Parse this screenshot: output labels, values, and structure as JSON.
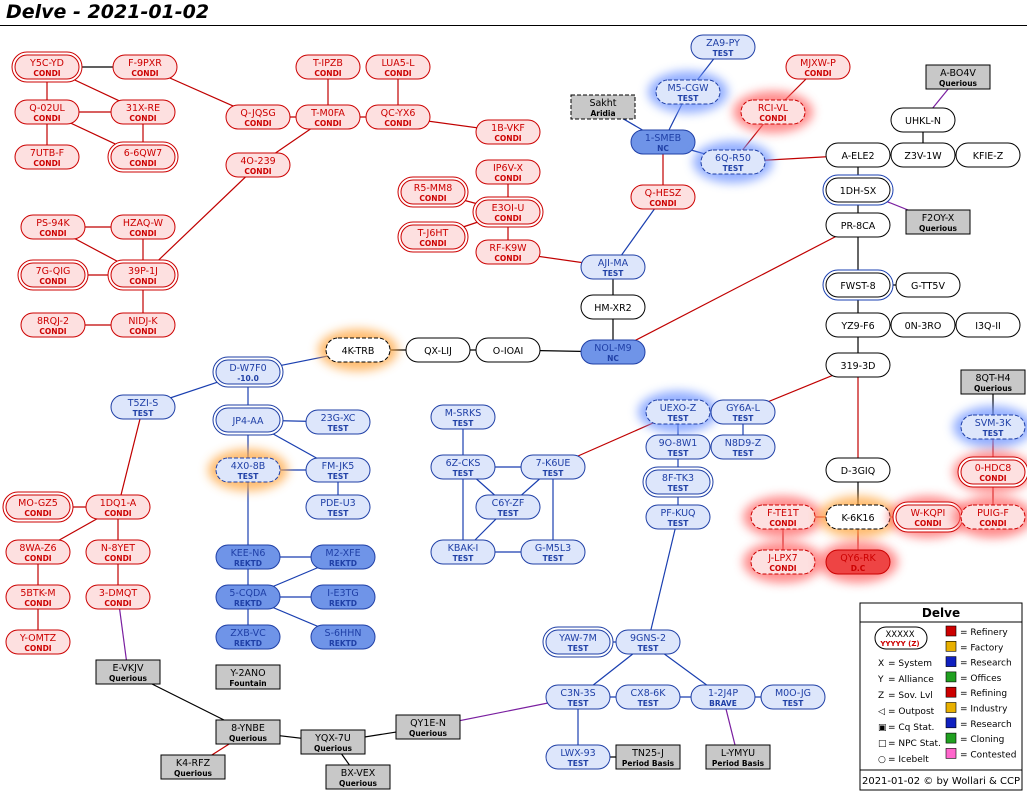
{
  "title": "Delve - 2021-01-02",
  "colors": {
    "condi": "#cc0000",
    "test": "#1f3fa6",
    "npc": "#000000",
    "line_condi": "#c00000",
    "line_test": "#1a3fb0",
    "line_neutral": "#000000"
  },
  "systems": [
    {
      "id": "Y5C",
      "name": "Y5C-YD",
      "sub": "CONDI",
      "t": "condi",
      "st": "double"
    },
    {
      "id": "F9P",
      "name": "F-9PXR",
      "sub": "CONDI",
      "t": "condi"
    },
    {
      "id": "Q02",
      "name": "Q-02UL",
      "sub": "CONDI",
      "t": "condi"
    },
    {
      "id": "31X",
      "name": "31X-RE",
      "sub": "CONDI",
      "t": "condi"
    },
    {
      "id": "7UT",
      "name": "7UTB-F",
      "sub": "CONDI",
      "t": "condi"
    },
    {
      "id": "66Q",
      "name": "6-6QW7",
      "sub": "CONDI",
      "t": "condi",
      "st": "double"
    },
    {
      "id": "TIP",
      "name": "T-IPZB",
      "sub": "CONDI",
      "t": "condi"
    },
    {
      "id": "LUA",
      "name": "LUA5-L",
      "sub": "CONDI",
      "t": "condi"
    },
    {
      "id": "QJQ",
      "name": "Q-JQSG",
      "sub": "CONDI",
      "t": "condi"
    },
    {
      "id": "TM0",
      "name": "T-M0FA",
      "sub": "CONDI",
      "t": "condi"
    },
    {
      "id": "QCY",
      "name": "QC-YX6",
      "sub": "CONDI",
      "t": "condi"
    },
    {
      "id": "4O2",
      "name": "4O-239",
      "sub": "CONDI",
      "t": "condi"
    },
    {
      "id": "1BV",
      "name": "1B-VKF",
      "sub": "CONDI",
      "t": "condi"
    },
    {
      "id": "IP6",
      "name": "IP6V-X",
      "sub": "CONDI",
      "t": "condi"
    },
    {
      "id": "R5M",
      "name": "R5-MM8",
      "sub": "CONDI",
      "t": "condi",
      "st": "double"
    },
    {
      "id": "E3O",
      "name": "E3OI-U",
      "sub": "CONDI",
      "t": "condi",
      "st": "double"
    },
    {
      "id": "TJ6",
      "name": "T-J6HT",
      "sub": "CONDI",
      "t": "condi",
      "st": "double"
    },
    {
      "id": "RFK",
      "name": "RF-K9W",
      "sub": "CONDI",
      "t": "condi"
    },
    {
      "id": "PS9",
      "name": "PS-94K",
      "sub": "CONDI",
      "t": "condi"
    },
    {
      "id": "HZA",
      "name": "HZAQ-W",
      "sub": "CONDI",
      "t": "condi"
    },
    {
      "id": "7GQ",
      "name": "7G-QIG",
      "sub": "CONDI",
      "t": "condi",
      "st": "double"
    },
    {
      "id": "39P",
      "name": "39P-1J",
      "sub": "CONDI",
      "t": "condi",
      "st": "double"
    },
    {
      "id": "8RQ",
      "name": "8RQJ-2",
      "sub": "CONDI",
      "t": "condi"
    },
    {
      "id": "NID",
      "name": "NIDJ-K",
      "sub": "CONDI",
      "t": "condi"
    },
    {
      "id": "ZA9",
      "name": "ZA9-PY",
      "sub": "TEST",
      "t": "test"
    },
    {
      "id": "MJX",
      "name": "MJXW-P",
      "sub": "CONDI",
      "t": "condi"
    },
    {
      "id": "M5C",
      "name": "M5-CGW",
      "sub": "TEST",
      "t": "test",
      "st": "dashed",
      "glow": "blue"
    },
    {
      "id": "RCI",
      "name": "RCI-VL",
      "sub": "CONDI",
      "t": "condi",
      "st": "dashed",
      "glow": "red"
    },
    {
      "id": "SAK",
      "name": "Sakht",
      "sub": "Aridia",
      "t": "npc",
      "st": "dashed",
      "box": "grey",
      "fill": "#c8c8c8"
    },
    {
      "id": "1SM",
      "name": "1-SMEB",
      "sub": "NC",
      "t": "test",
      "fill": "#6f94e8"
    },
    {
      "id": "6QR",
      "name": "6Q-R50",
      "sub": "TEST",
      "t": "test",
      "st": "dashed",
      "glow": "blue"
    },
    {
      "id": "QHE",
      "name": "Q-HESZ",
      "sub": "CONDI",
      "t": "condi"
    },
    {
      "id": "AJI",
      "name": "AJI-MA",
      "sub": "TEST",
      "t": "test"
    },
    {
      "id": "HMX",
      "name": "HM-XR2",
      "sub": "",
      "t": "npc"
    },
    {
      "id": "NOL",
      "name": "NOL-M9",
      "sub": "NC",
      "t": "test",
      "fill": "#6f94e8"
    },
    {
      "id": "OIO",
      "name": "O-IOAI",
      "sub": "",
      "t": "npc"
    },
    {
      "id": "QXL",
      "name": "QX-LIJ",
      "sub": "",
      "t": "npc"
    },
    {
      "id": "4KT",
      "name": "4K-TRB",
      "sub": "",
      "t": "npc",
      "st": "dashed",
      "glow": "orange"
    },
    {
      "id": "DW7",
      "name": "D-W7F0",
      "sub": "-10.0",
      "t": "test",
      "st": "double"
    },
    {
      "id": "T5Z",
      "name": "T5ZI-S",
      "sub": "TEST",
      "t": "test"
    },
    {
      "id": "JP4",
      "name": "JP4-AA",
      "sub": "",
      "t": "test",
      "st": "double"
    },
    {
      "id": "23G",
      "name": "23G-XC",
      "sub": "TEST",
      "t": "test"
    },
    {
      "id": "4X0",
      "name": "4X0-8B",
      "sub": "TEST",
      "t": "test",
      "st": "dashed",
      "glow": "orange"
    },
    {
      "id": "FMJ",
      "name": "FM-JK5",
      "sub": "TEST",
      "t": "test"
    },
    {
      "id": "PDE",
      "name": "PDE-U3",
      "sub": "TEST",
      "t": "test"
    },
    {
      "id": "MSR",
      "name": "M-SRKS",
      "sub": "TEST",
      "t": "test"
    },
    {
      "id": "6ZC",
      "name": "6Z-CKS",
      "sub": "TEST",
      "t": "test"
    },
    {
      "id": "7K6",
      "name": "7-K6UE",
      "sub": "TEST",
      "t": "test"
    },
    {
      "id": "C6Y",
      "name": "C6Y-ZF",
      "sub": "TEST",
      "t": "test"
    },
    {
      "id": "KBA",
      "name": "KBAK-I",
      "sub": "TEST",
      "t": "test"
    },
    {
      "id": "GM5",
      "name": "G-M5L3",
      "sub": "TEST",
      "t": "test"
    },
    {
      "id": "UEX",
      "name": "UEXO-Z",
      "sub": "TEST",
      "t": "test",
      "st": "dashed",
      "glow": "blue"
    },
    {
      "id": "GY6",
      "name": "GY6A-L",
      "sub": "TEST",
      "t": "test"
    },
    {
      "id": "9O8",
      "name": "9O-8W1",
      "sub": "TEST",
      "t": "test"
    },
    {
      "id": "N8D",
      "name": "N8D9-Z",
      "sub": "TEST",
      "t": "test"
    },
    {
      "id": "8FT",
      "name": "8F-TK3",
      "sub": "TEST",
      "t": "test",
      "st": "double"
    },
    {
      "id": "PFK",
      "name": "PF-KUQ",
      "sub": "TEST",
      "t": "test"
    },
    {
      "id": "KEE",
      "name": "KEE-N6",
      "sub": "REKTD",
      "t": "test",
      "fill": "#6f94e8"
    },
    {
      "id": "M2X",
      "name": "M2-XFE",
      "sub": "REKTD",
      "t": "test",
      "fill": "#6f94e8"
    },
    {
      "id": "5CQ",
      "name": "5-CQDA",
      "sub": "REKTD",
      "t": "test",
      "fill": "#6f94e8"
    },
    {
      "id": "IE3",
      "name": "I-E3TG",
      "sub": "REKTD",
      "t": "test",
      "fill": "#6f94e8"
    },
    {
      "id": "ZXB",
      "name": "ZXB-VC",
      "sub": "REKTD",
      "t": "test",
      "fill": "#6f94e8"
    },
    {
      "id": "S6H",
      "name": "S-6HHN",
      "sub": "REKTD",
      "t": "test",
      "fill": "#6f94e8"
    },
    {
      "id": "MOG",
      "name": "MO-GZ5",
      "sub": "CONDI",
      "t": "condi",
      "st": "double"
    },
    {
      "id": "1DQ",
      "name": "1DQ1-A",
      "sub": "CONDI",
      "t": "condi"
    },
    {
      "id": "8WA",
      "name": "8WA-Z6",
      "sub": "CONDI",
      "t": "condi"
    },
    {
      "id": "N8Y",
      "name": "N-8YET",
      "sub": "CONDI",
      "t": "condi"
    },
    {
      "id": "5BT",
      "name": "5BTK-M",
      "sub": "CONDI",
      "t": "condi"
    },
    {
      "id": "3DM",
      "name": "3-DMQT",
      "sub": "CONDI",
      "t": "condi"
    },
    {
      "id": "YOM",
      "name": "Y-OMTZ",
      "sub": "CONDI",
      "t": "condi"
    },
    {
      "id": "EVK",
      "name": "E-VKJV",
      "sub": "Querious",
      "t": "npc",
      "box": "grey"
    },
    {
      "id": "Y2A",
      "name": "Y-2ANO",
      "sub": "Fountain",
      "t": "npc",
      "box": "grey"
    },
    {
      "id": "8YN",
      "name": "8-YNBE",
      "sub": "Querious",
      "t": "npc",
      "box": "grey"
    },
    {
      "id": "K4R",
      "name": "K4-RFZ",
      "sub": "Querious",
      "t": "npc",
      "box": "grey"
    },
    {
      "id": "YQX",
      "name": "YQX-7U",
      "sub": "Querious",
      "t": "npc",
      "box": "grey"
    },
    {
      "id": "BXV",
      "name": "BX-VEX",
      "sub": "Querious",
      "t": "npc",
      "box": "grey"
    },
    {
      "id": "QY1",
      "name": "QY1E-N",
      "sub": "Querious",
      "t": "npc",
      "box": "grey"
    },
    {
      "id": "YAW",
      "name": "YAW-7M",
      "sub": "TEST",
      "t": "test",
      "st": "double"
    },
    {
      "id": "9GN",
      "name": "9GNS-2",
      "sub": "TEST",
      "t": "test"
    },
    {
      "id": "C3N",
      "name": "C3N-3S",
      "sub": "TEST",
      "t": "test"
    },
    {
      "id": "CX8",
      "name": "CX8-6K",
      "sub": "TEST",
      "t": "test"
    },
    {
      "id": "12J",
      "name": "1-2J4P",
      "sub": "BRAVE",
      "t": "test"
    },
    {
      "id": "M0O",
      "name": "M0O-JG",
      "sub": "TEST",
      "t": "test"
    },
    {
      "id": "LWX",
      "name": "LWX-93",
      "sub": "TEST",
      "t": "test"
    },
    {
      "id": "TN2",
      "name": "TN25-J",
      "sub": "Period Basis",
      "t": "npc",
      "box": "grey"
    },
    {
      "id": "LYM",
      "name": "L-YMYU",
      "sub": "Period Basis",
      "t": "npc",
      "box": "grey"
    },
    {
      "id": "ABO",
      "name": "A-BO4V",
      "sub": "Querious",
      "t": "npc",
      "box": "grey"
    },
    {
      "id": "UHK",
      "name": "UHKL-N",
      "sub": "",
      "t": "npc"
    },
    {
      "id": "AEL",
      "name": "A-ELE2",
      "sub": "",
      "t": "npc"
    },
    {
      "id": "Z3V",
      "name": "Z3V-1W",
      "sub": "",
      "t": "npc"
    },
    {
      "id": "KFI",
      "name": "KFIE-Z",
      "sub": "",
      "t": "npc"
    },
    {
      "id": "1DH",
      "name": "1DH-SX",
      "sub": "",
      "t": "npc",
      "st": "double",
      "ring": "blue"
    },
    {
      "id": "F2O",
      "name": "F2OY-X",
      "sub": "Querious",
      "t": "npc",
      "box": "grey"
    },
    {
      "id": "PR8",
      "name": "PR-8CA",
      "sub": "",
      "t": "npc"
    },
    {
      "id": "FWS",
      "name": "FWST-8",
      "sub": "",
      "t": "npc",
      "st": "double",
      "ring": "blue"
    },
    {
      "id": "GTT",
      "name": "G-TT5V",
      "sub": "",
      "t": "npc"
    },
    {
      "id": "YZ9",
      "name": "YZ9-F6",
      "sub": "",
      "t": "npc"
    },
    {
      "id": "0N3",
      "name": "0N-3RO",
      "sub": "",
      "t": "npc"
    },
    {
      "id": "I3Q",
      "name": "I3Q-II",
      "sub": "",
      "t": "npc"
    },
    {
      "id": "319",
      "name": "319-3D",
      "sub": "",
      "t": "npc"
    },
    {
      "id": "8QT",
      "name": "8QT-H4",
      "sub": "Querious",
      "t": "npc",
      "box": "grey"
    },
    {
      "id": "SVM",
      "name": "SVM-3K",
      "sub": "TEST",
      "t": "test",
      "st": "dashed",
      "glow": "blue"
    },
    {
      "id": "D3G",
      "name": "D-3GIQ",
      "sub": "",
      "t": "npc"
    },
    {
      "id": "0HD",
      "name": "0-HDC8",
      "sub": "CONDI",
      "t": "condi",
      "st": "double",
      "glow": "red"
    },
    {
      "id": "FTE",
      "name": "F-TE1T",
      "sub": "CONDI",
      "t": "condi",
      "st": "dashed",
      "glow": "red"
    },
    {
      "id": "K6K",
      "name": "K-6K16",
      "sub": "",
      "t": "npc",
      "st": "dashed",
      "glow": "orange"
    },
    {
      "id": "WKQ",
      "name": "W-KQPI",
      "sub": "CONDI",
      "t": "condi",
      "st": "double",
      "glow": "red"
    },
    {
      "id": "PUI",
      "name": "PUIG-F",
      "sub": "CONDI",
      "t": "condi",
      "st": "dashed",
      "glow": "red"
    },
    {
      "id": "JLP",
      "name": "J-LPX7",
      "sub": "CONDI",
      "t": "condi",
      "st": "dashed",
      "glow": "red"
    },
    {
      "id": "QY6",
      "name": "QY6-RK",
      "sub": "D.C",
      "t": "condi",
      "fill": "#ee4444",
      "glow": "red"
    }
  ],
  "legend": {
    "title": "Delve",
    "sample_name": "XXXXX",
    "sample_sub": "YYYYY (Z)",
    "rows_left": [
      {
        "k": "X",
        "v": "= System"
      },
      {
        "k": "Y",
        "v": "= Alliance"
      },
      {
        "k": "Z",
        "v": "= Sov. Lvl"
      },
      {
        "k": "◁",
        "v": "= Outpost"
      },
      {
        "k": "▣",
        "v": "= Cq Stat."
      },
      {
        "k": "□",
        "v": "= NPC Stat."
      },
      {
        "k": "○",
        "v": "= Icebelt"
      }
    ],
    "rows_right": [
      {
        "v": "= Refinery",
        "c": "#cc0000"
      },
      {
        "v": "= Factory",
        "c": "#e8b000"
      },
      {
        "v": "= Research",
        "c": "#1020c0"
      },
      {
        "v": "= Offices",
        "c": "#20a020"
      },
      {
        "v": "= Refining",
        "c": "#cc0000"
      },
      {
        "v": "= Industry",
        "c": "#e8b000"
      },
      {
        "v": "= Research",
        "c": "#1020c0"
      },
      {
        "v": "= Cloning",
        "c": "#20a020"
      },
      {
        "v": "= Contested",
        "c": "#ff66cc"
      }
    ],
    "footer": "2021-01-02 © by Wollari & CCP"
  }
}
